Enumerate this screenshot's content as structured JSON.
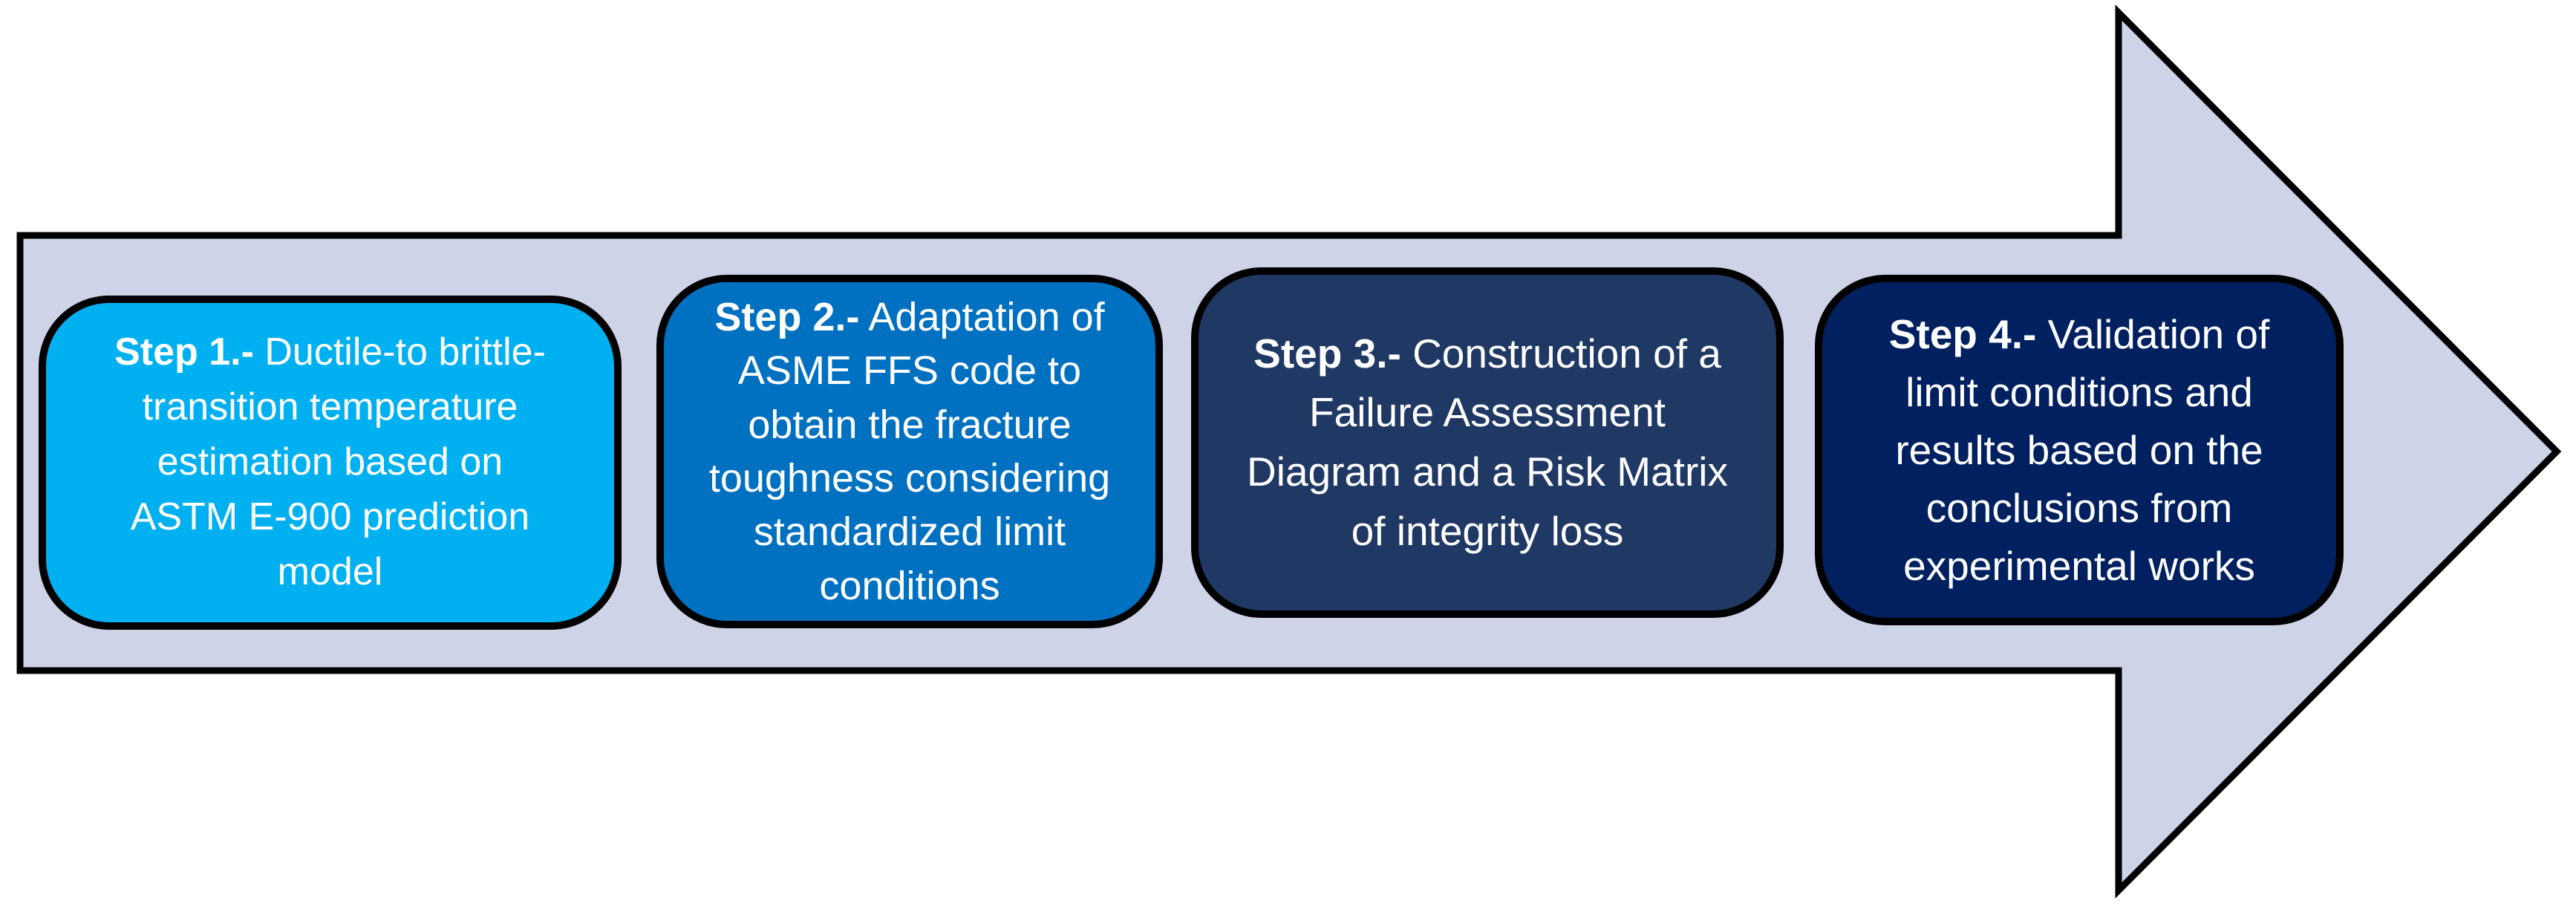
{
  "diagram": {
    "type": "process-flow-right-arrow",
    "arrow": {
      "fill": "#CED3E8",
      "border": "#000000",
      "direction": "right"
    },
    "text_color": "#FFFFFF",
    "box_border_color": "#000000",
    "steps": [
      {
        "label": "Step 1.-",
        "text": "Ductile-to brittle-\ntransition temperature\nestimation based on\nASTM E-900 prediction\nmodel",
        "color": "#00B0F0"
      },
      {
        "label": "Step 2.-",
        "text": "Adaptation of\nASME FFS code to\nobtain the fracture\ntoughness considering\nstandardized limit\nconditions",
        "color": "#0070C0"
      },
      {
        "label": "Step 3.-",
        "text": "Construction of a\nFailure Assessment\nDiagram and a Risk Matrix\nof integrity loss",
        "color": "#1F3864"
      },
      {
        "label": "Step 4.-",
        "text": "Validation of\nlimit conditions and\nresults based on the\nconclusions from\nexperimental works",
        "color": "#002060"
      }
    ]
  }
}
